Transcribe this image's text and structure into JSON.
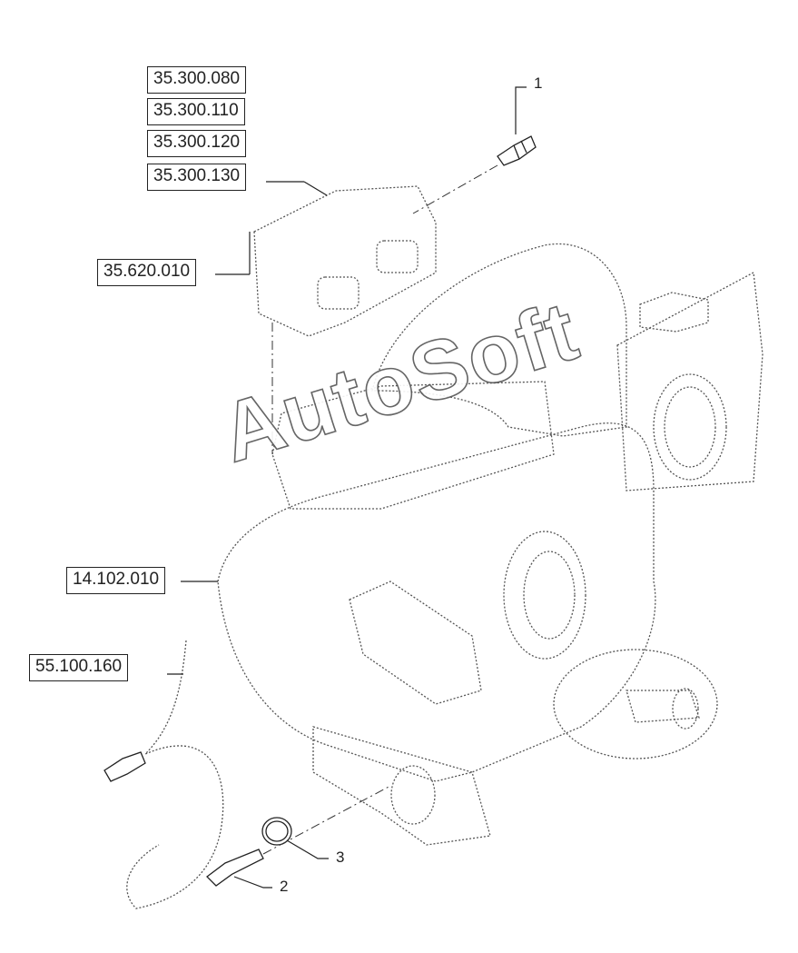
{
  "references": {
    "ref_1": "35.300.080",
    "ref_2": "35.300.110",
    "ref_3": "35.300.120",
    "ref_4": "35.300.130",
    "ref_5": "35.620.010",
    "ref_6": "14.102.010",
    "ref_7": "55.100.160"
  },
  "callouts": {
    "item_1": "1",
    "item_2": "2",
    "item_3": "3"
  },
  "watermark": "AutoSoft",
  "colors": {
    "line": "#222222",
    "dotted": "#555555",
    "background": "#ffffff"
  }
}
